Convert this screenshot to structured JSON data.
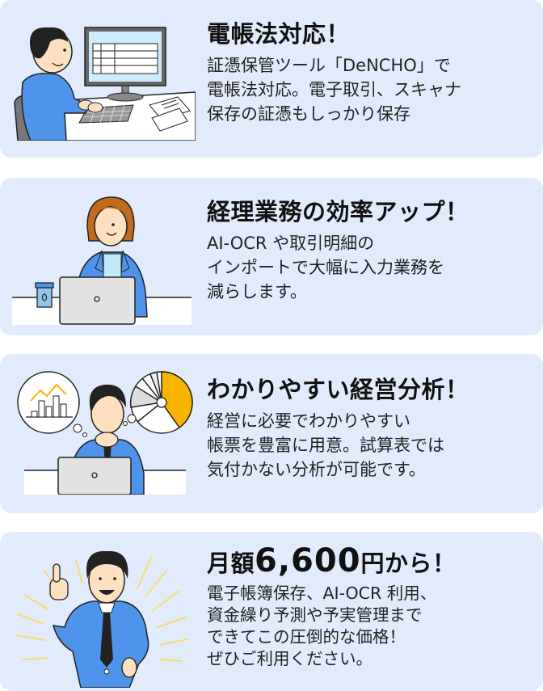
{
  "colors": {
    "card_background": "#E2EBFB",
    "page_background": "#FFFFFF",
    "suit_blue": "#4D94EA",
    "accent_orange": "#F7B500",
    "burst_yellow": "#F8DE6A",
    "text": "#222222"
  },
  "cards": [
    {
      "title": "電帳法対応！",
      "body": [
        "証憑保管ツール「DeNCHO」で",
        "電帳法対応。電子取引、スキャナ",
        "保存の証憑もしっかり保存"
      ],
      "illustration": "man-at-desktop-computer-icon"
    },
    {
      "title": "経理業務の効率アップ！",
      "body": [
        "AI-OCR や取引明細の",
        "インポートで大幅に入力業務を",
        "減らします。"
      ],
      "illustration": "woman-with-laptop-icon"
    },
    {
      "title": "わかりやすい経営分析！",
      "body": [
        "経営に必要でわかりやすい",
        "帳票を豊富に用意。試算表では",
        "気付かない分析が可能です。"
      ],
      "illustration": "man-thinking-charts-icon"
    },
    {
      "title_prefix": "月額",
      "title_price": "6,600",
      "title_suffix": "円から！",
      "body": [
        "電子帳簿保存、AI-OCR 利用、",
        "資金繰り予測や予実管理まで",
        "できてこの圧倒的な価格！",
        "ぜひご利用ください。"
      ],
      "illustration": "man-thumbs-up-icon"
    }
  ]
}
